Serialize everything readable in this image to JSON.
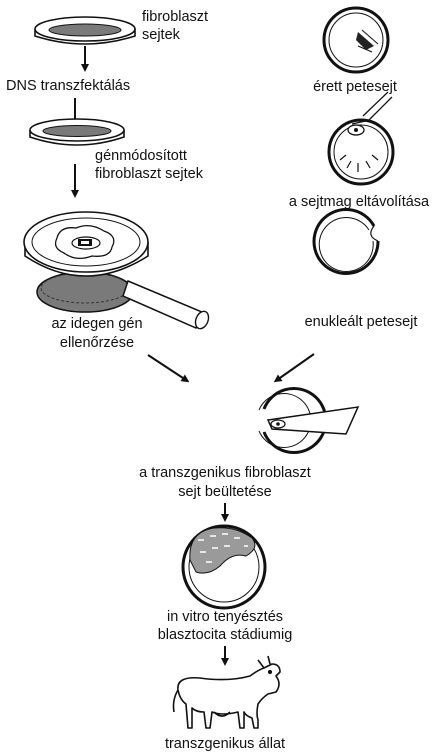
{
  "labels": {
    "fibroblast_line1": "fibroblaszt",
    "fibroblast_line2": "sejtek",
    "dna_transfection": "DNS transzfektálás",
    "modified_line1": "génmódosított",
    "modified_line2": "fibroblaszt sejtek",
    "check_line1": "az idegen gén",
    "check_line2": "ellenőrzése",
    "mature_egg": "érett petesejt",
    "nucleus_removal": "a sejtmag eltávolítása",
    "enucleated": "enukleált petesejt",
    "transplant_line1": "a transzgenikus fibroblaszt",
    "transplant_line2": "sejt beültetése",
    "culture_line1": "in vitro tenyésztés",
    "culture_line2": "blasztocita stádiumig",
    "result": "transzgenikus állat"
  }
}
